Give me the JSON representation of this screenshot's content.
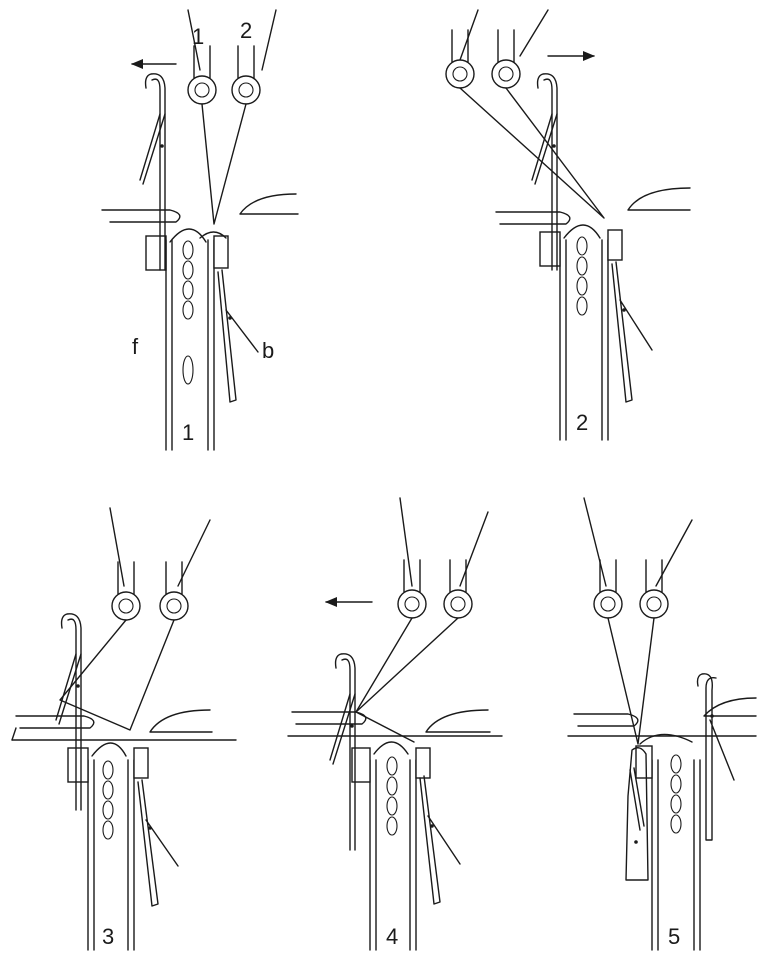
{
  "panel1": {
    "step": "1",
    "feeder1": "1",
    "feeder2": "2",
    "front_bed": "f",
    "back_bed": "b"
  },
  "panel2": {
    "step": "2"
  },
  "panel3": {
    "step": "3"
  },
  "panel4": {
    "step": "4"
  },
  "panel5": {
    "step": "5"
  },
  "colors": {
    "line": "#1a1a1a",
    "background": "#ffffff"
  },
  "icons": {
    "direction_left": "arrow-left-icon",
    "direction_right": "arrow-right-icon"
  }
}
